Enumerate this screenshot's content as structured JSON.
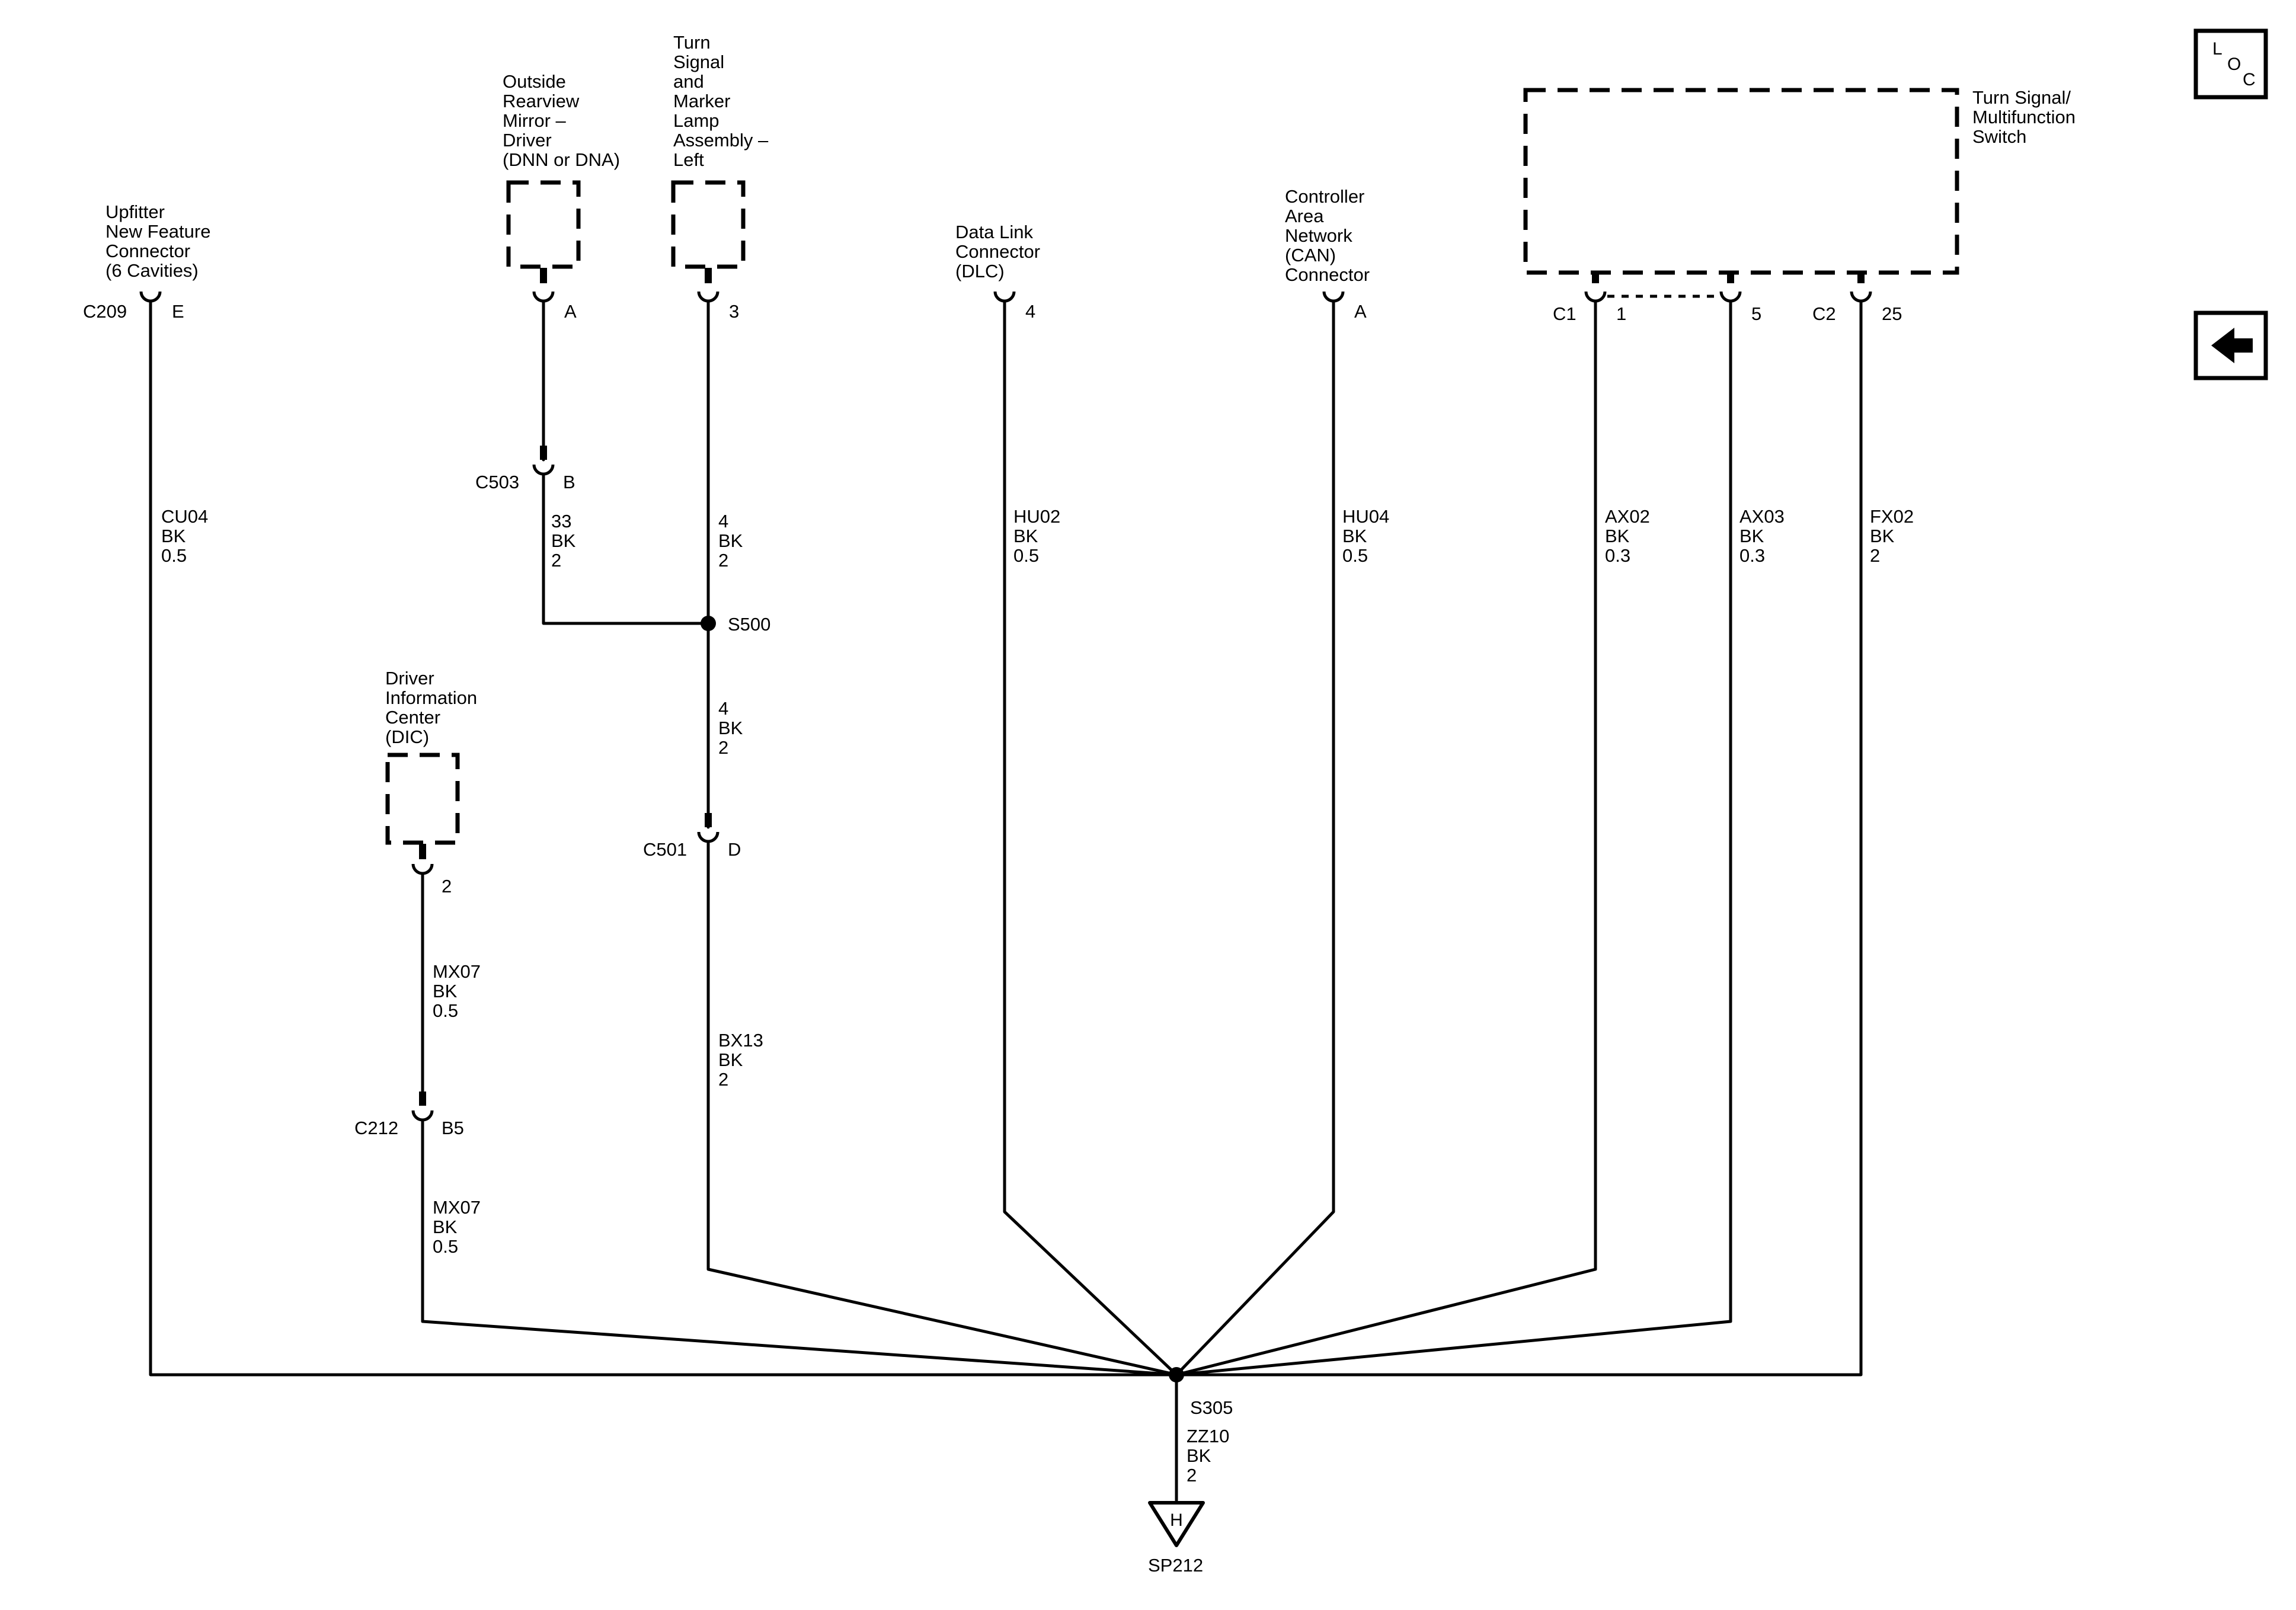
{
  "components": {
    "upfitter": [
      "Upfitter",
      "New Feature",
      "Connector",
      "(6 Cavities)"
    ],
    "mirror": [
      "Outside",
      "Rearview",
      "Mirror –",
      "Driver",
      "(DNN or DNA)"
    ],
    "turn_lamp": [
      "Turn",
      "Signal",
      "and",
      "Marker",
      "Lamp",
      "Assembly –",
      "Left"
    ],
    "dlc": [
      "Data Link",
      "Connector",
      "(DLC)"
    ],
    "can": [
      "Controller",
      "Area",
      "Network",
      "(CAN)",
      "Connector"
    ],
    "switch": [
      "Turn Signal/",
      "Multifunction",
      "Switch"
    ],
    "dic": [
      "Driver",
      "Information",
      "Center",
      "(DIC)"
    ]
  },
  "connectors": {
    "c209": "C209",
    "c209_pin": "E",
    "mirror_pin": "A",
    "lamp_pin": "3",
    "dlc_pin": "4",
    "can_pin": "A",
    "c1": "C1",
    "c1_pin": "1",
    "c1_pin5": "5",
    "c2": "C2",
    "c2_pin": "25",
    "c503": "C503",
    "c503_pin": "B",
    "dic_pin": "2",
    "c501": "C501",
    "c501_pin": "D",
    "c212": "C212",
    "c212_pin": "B5"
  },
  "wires": {
    "cu04": [
      "CU04",
      "BK",
      "0.5"
    ],
    "w33": [
      "33",
      "BK",
      "2"
    ],
    "w4a": [
      "4",
      "BK",
      "2"
    ],
    "w4b": [
      "4",
      "BK",
      "2"
    ],
    "hu02": [
      "HU02",
      "BK",
      "0.5"
    ],
    "hu04": [
      "HU04",
      "BK",
      "0.5"
    ],
    "ax02": [
      "AX02",
      "BK",
      "0.3"
    ],
    "ax03": [
      "AX03",
      "BK",
      "0.3"
    ],
    "fx02": [
      "FX02",
      "BK",
      "2"
    ],
    "mx07a": [
      "MX07",
      "BK",
      "0.5"
    ],
    "mx07b": [
      "MX07",
      "BK",
      "0.5"
    ],
    "bx13": [
      "BX13",
      "BK",
      "2"
    ],
    "zz10": [
      "ZZ10",
      "BK",
      "2"
    ]
  },
  "splices": {
    "s500": "S500",
    "s305": "S305"
  },
  "ground": {
    "letter": "H",
    "label": "SP212"
  },
  "nav": {
    "loc_l": "L",
    "loc_o": "O",
    "loc_c": "C",
    "back_icon": "left-arrow-icon"
  }
}
